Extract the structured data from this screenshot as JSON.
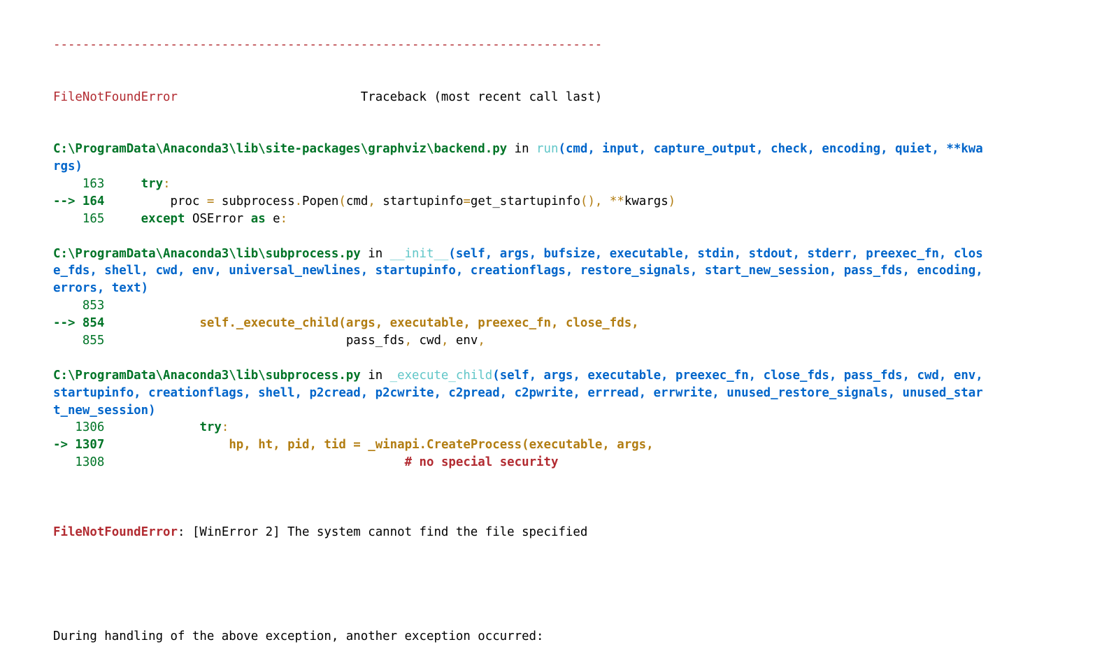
{
  "separator": "---------------------------------------------------------------------------",
  "header": {
    "error_name": "FileNotFoundError",
    "spacer": "                         ",
    "traceback_label": "Traceback (most recent call last)"
  },
  "frames": [
    {
      "path": "C:\\ProgramData\\Anaconda3\\lib\\site-packages\\graphviz\\backend.py",
      "in_word": " in ",
      "func": "run",
      "sig_lines": [
        "(cmd, input, capture_output, check, encoding, quiet, **kwa",
        "rgs)"
      ],
      "code": [
        {
          "marker": "    ",
          "num": "163",
          "indent": "     ",
          "parts": [
            [
              "kw",
              "try"
            ],
            [
              "op",
              ":"
            ]
          ]
        },
        {
          "marker": "--> ",
          "num": "164",
          "indent": "         ",
          "parts": [
            [
              "tx",
              "proc "
            ],
            [
              "op",
              "="
            ],
            [
              "tx",
              " subprocess"
            ],
            [
              "op",
              "."
            ],
            [
              "tx",
              "Popen"
            ],
            [
              "op",
              "("
            ],
            [
              "tx",
              "cmd"
            ],
            [
              "op",
              ","
            ],
            [
              "tx",
              " startupinfo"
            ],
            [
              "op",
              "="
            ],
            [
              "tx",
              "get_startupinfo"
            ],
            [
              "op",
              "(),"
            ],
            [
              "tx",
              " "
            ],
            [
              "op",
              "**"
            ],
            [
              "tx",
              "kwargs"
            ],
            [
              "op",
              ")"
            ]
          ]
        },
        {
          "marker": "    ",
          "num": "165",
          "indent": "     ",
          "parts": [
            [
              "kw",
              "except"
            ],
            [
              "tx",
              " OSError "
            ],
            [
              "kw",
              "as"
            ],
            [
              "tx",
              " e"
            ],
            [
              "op",
              ":"
            ]
          ]
        }
      ]
    },
    {
      "path": "C:\\ProgramData\\Anaconda3\\lib\\subprocess.py",
      "in_word": " in ",
      "func": "__init__",
      "sig_lines": [
        "(self, args, bufsize, executable, stdin, stdout, stderr, preexec_fn, clos",
        "e_fds, shell, cwd, env, universal_newlines, startupinfo, creationflags, restore_signals, start_new_session, pass_fds, encoding,",
        "errors, text)"
      ],
      "code": [
        {
          "marker": "    ",
          "num": "853",
          "indent": "",
          "parts": []
        },
        {
          "marker": "--> ",
          "num": "854",
          "indent": "             ",
          "parts": [
            [
              "gold",
              "self._execute_child(args, executable, preexec_fn, close_fds,"
            ]
          ]
        },
        {
          "marker": "    ",
          "num": "855",
          "indent": "                                 ",
          "parts": [
            [
              "tx",
              "pass_fds"
            ],
            [
              "op",
              ","
            ],
            [
              "tx",
              " cwd"
            ],
            [
              "op",
              ","
            ],
            [
              "tx",
              " env"
            ],
            [
              "op",
              ","
            ]
          ]
        }
      ]
    },
    {
      "path": "C:\\ProgramData\\Anaconda3\\lib\\subprocess.py",
      "in_word": " in ",
      "func": "_execute_child",
      "sig_lines": [
        "(self, args, executable, preexec_fn, close_fds, pass_fds, cwd, env,",
        "startupinfo, creationflags, shell, p2cread, p2cwrite, c2pread, c2pwrite, errread, errwrite, unused_restore_signals, unused_star",
        "t_new_session)"
      ],
      "code": [
        {
          "marker": "   ",
          "num": "1306",
          "indent": "             ",
          "parts": [
            [
              "kw",
              "try"
            ],
            [
              "op",
              ":"
            ]
          ]
        },
        {
          "marker": "-> ",
          "num": "1307",
          "indent": "                 ",
          "parts": [
            [
              "gold",
              "hp, ht, pid, tid = _winapi.CreateProcess(executable, args,"
            ]
          ]
        },
        {
          "marker": "   ",
          "num": "1308",
          "indent": "                                         ",
          "parts": [
            [
              "comment",
              "# no special security"
            ]
          ]
        }
      ]
    }
  ],
  "final_error": {
    "name": "FileNotFoundError",
    "message": ": [WinError 2] The system cannot find the file specified"
  },
  "footer": {
    "message": "During handling of the above exception, another exception occurred:"
  },
  "colors": {
    "error_red": "#b22b31",
    "path_green": "#007427",
    "signature_blue": "#0065ca",
    "function_cyan": "#60c6c8",
    "code_gold": "#b27d12"
  }
}
